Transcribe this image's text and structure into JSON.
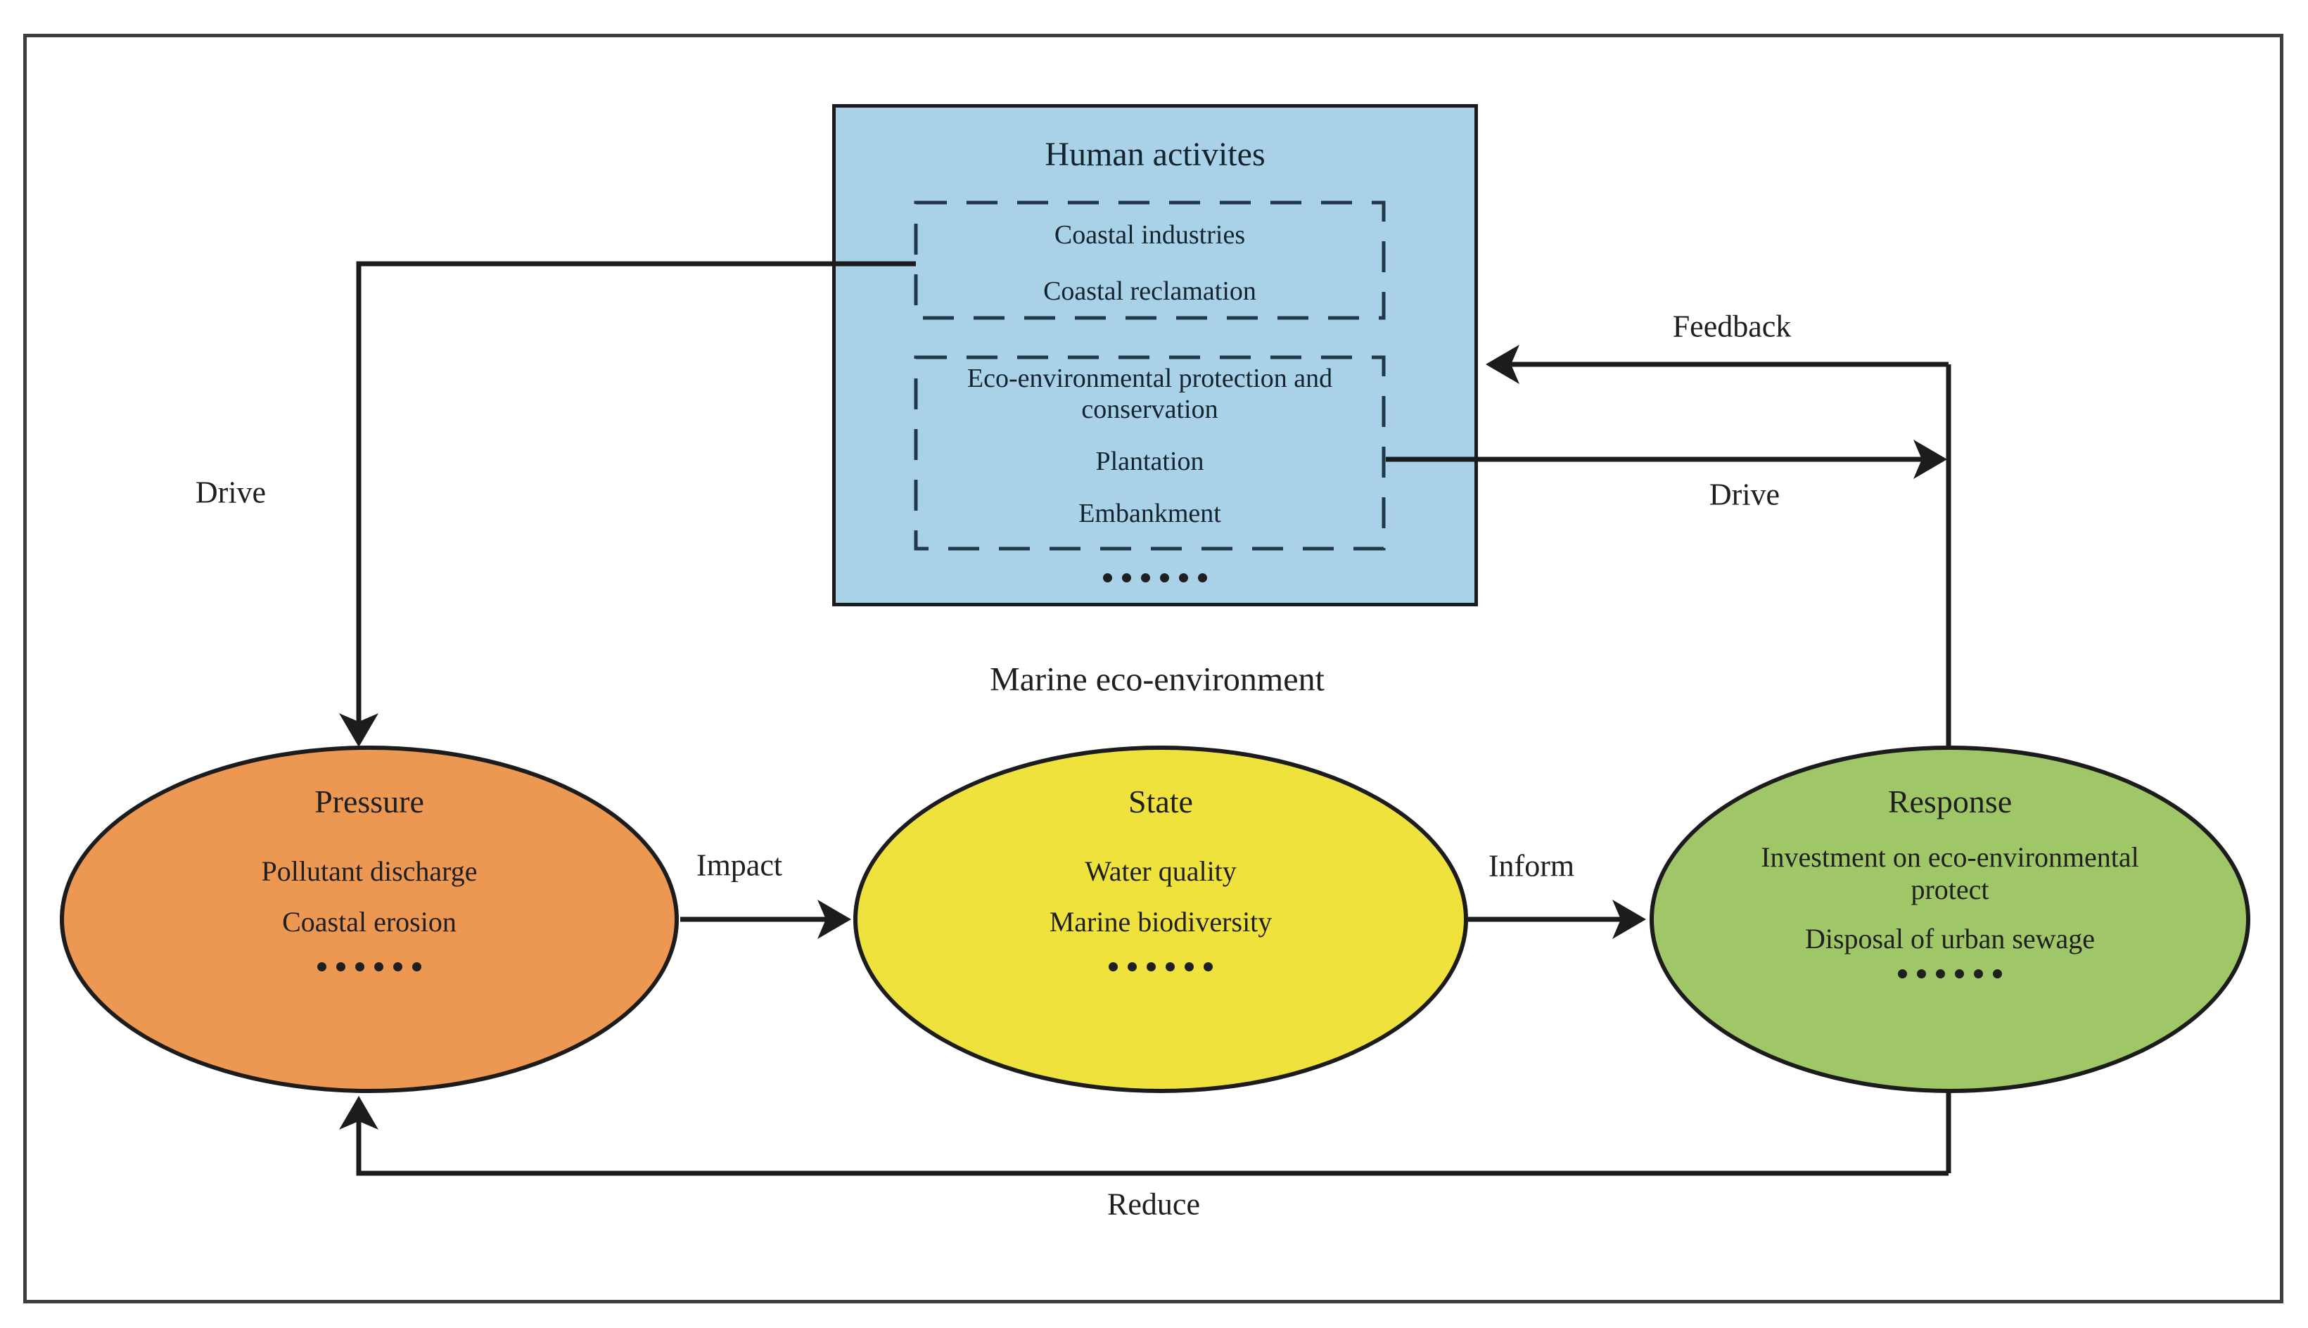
{
  "box": {
    "title": "Human activites",
    "group1": [
      "Coastal industries",
      "Coastal reclamation"
    ],
    "group2": [
      "Eco-environmental protection and conservation",
      "Plantation",
      "Embankment"
    ],
    "ellipsis": "......"
  },
  "marine_label": "Marine eco-environment",
  "nodes": {
    "pressure": {
      "title": "Pressure",
      "items": [
        "Pollutant discharge",
        "Coastal erosion"
      ],
      "ellipsis": "......",
      "fill": "#EC9852"
    },
    "state": {
      "title": "State",
      "items": [
        "Water quality",
        "Marine biodiversity"
      ],
      "ellipsis": "......",
      "fill": "#F0E23C"
    },
    "response": {
      "title": "Response",
      "items": [
        "Investment on eco-environmental protect",
        "Disposal of urban sewage"
      ],
      "ellipsis": "......",
      "fill": "#A0C767"
    }
  },
  "arrows": [
    {
      "id": "drive-left",
      "label": "Drive",
      "from": "human-activities",
      "to": "pressure"
    },
    {
      "id": "impact",
      "label": "Impact",
      "from": "pressure",
      "to": "state"
    },
    {
      "id": "inform",
      "label": "Inform",
      "from": "state",
      "to": "response"
    },
    {
      "id": "drive-right",
      "label": "Drive",
      "from": "human-activities",
      "to": "response"
    },
    {
      "id": "feedback",
      "label": "Feedback",
      "from": "response",
      "to": "human-activities"
    },
    {
      "id": "reduce",
      "label": "Reduce",
      "from": "response",
      "to": "pressure"
    }
  ],
  "colors": {
    "human_activities_fill": "#A9D2E8",
    "pressure_fill": "#EC9852",
    "state_fill": "#F0E23C",
    "response_fill": "#A0C767",
    "line": "#1c1c1c",
    "frame": "#3f3f3f"
  }
}
